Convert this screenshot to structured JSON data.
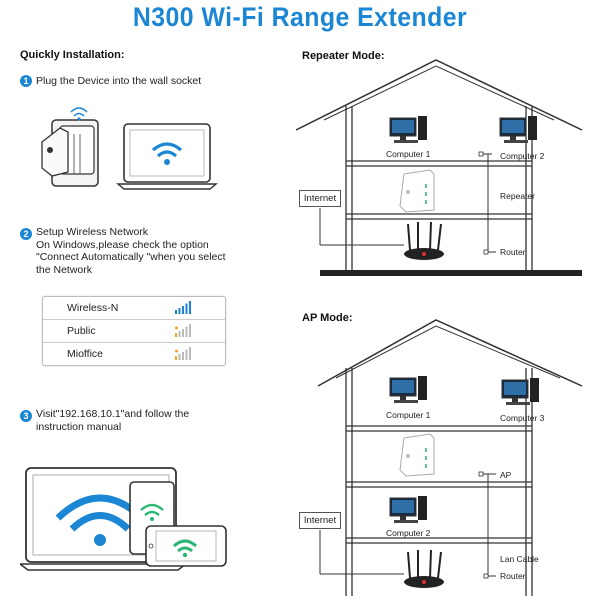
{
  "title": "N300 Wi-Fi Range Extender",
  "left": {
    "heading": "Quickly Installation:",
    "steps": [
      {
        "num": "1",
        "text": "Plug the Device into the wall socket"
      },
      {
        "num": "2",
        "line1": "Setup Wireless Network",
        "line2": "On Windows,please check the option",
        "line3": "\"Connect Automatically \"when you select",
        "line4": "the Network"
      },
      {
        "num": "3",
        "line1": "Visit\"192.168.10.1\"and follow the",
        "line2": "instruction manual"
      }
    ],
    "networks": [
      {
        "name": "Wireless-N"
      },
      {
        "name": "Public"
      },
      {
        "name": "Mioffice"
      }
    ]
  },
  "repeater_mode": {
    "heading": "Repeater Mode:",
    "internet": "Internet",
    "computer1": "Computer 1",
    "computer2": "Computer 2",
    "repeater": "Repeater",
    "router": "Router"
  },
  "ap_mode": {
    "heading": "AP Mode:",
    "internet": "Internet",
    "computer1": "Computer 1",
    "computer3": "Computer 3",
    "ap": "AP",
    "computer2": "Computer 2",
    "lan_cable": "Lan Cable",
    "router": "Router"
  },
  "colors": {
    "accent": "#1b86d4",
    "wifi_blue": "#1b86d4",
    "wifi_green": "#2bb673",
    "signal_orange": "#f5a623"
  }
}
